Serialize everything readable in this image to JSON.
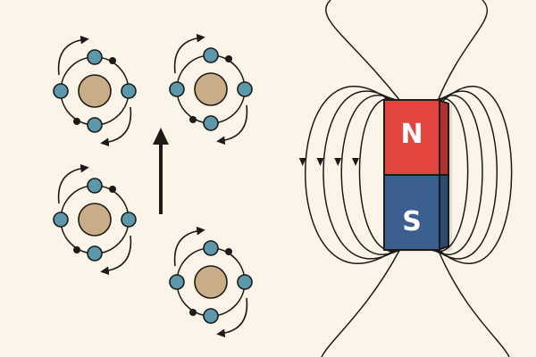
{
  "colors": {
    "background": "#faf4e9",
    "line": "#1d1a17",
    "nucleus": "#c9ad86",
    "electron": "#5c98ab",
    "north_face": "#e2463f",
    "north_side": "#b5302b",
    "south_face": "#3b5f8e",
    "south_side": "#2c4a70"
  },
  "atoms": [
    {
      "id": "atom-top-left"
    },
    {
      "id": "atom-top-right"
    },
    {
      "id": "atom-bottom-left"
    },
    {
      "id": "atom-bottom-right"
    }
  ],
  "arrow": {
    "direction": "up"
  },
  "magnet": {
    "north_label": "N",
    "south_label": "S"
  },
  "field_lines": {
    "loops_per_side": 4,
    "direction": "down-outer"
  }
}
